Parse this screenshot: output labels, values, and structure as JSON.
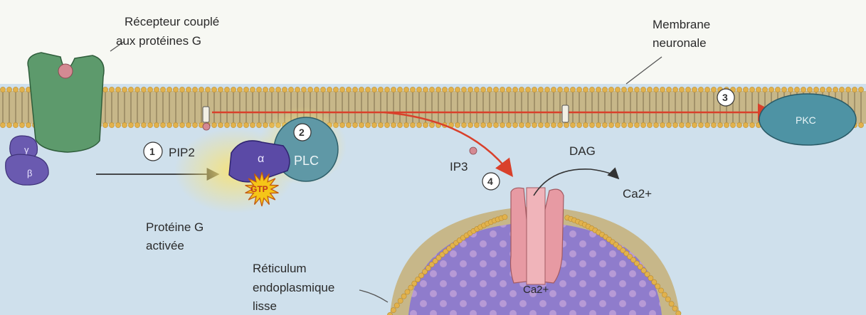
{
  "labels": {
    "receptor": [
      "Récepteur couplé",
      "aux protéines G"
    ],
    "membrane": [
      "Membrane",
      "neuronale"
    ],
    "pip2": "PIP2",
    "plc": "PLC",
    "alpha": "α",
    "gtp": "GTP",
    "gamma": "γ",
    "beta": "β",
    "dag": "DAG",
    "pkc": "PKC",
    "ip3": "IP3",
    "ca_out": "Ca2+",
    "ca_in": "Ca2+",
    "g_protein": [
      "Protéine G",
      "activée"
    ],
    "reticulum": [
      "Réticulum",
      "endoplasmique",
      "lisse"
    ]
  },
  "steps": [
    "1",
    "2",
    "3",
    "4"
  ],
  "colors": {
    "cytoplasm": "#c9dcea",
    "lipid_head": "#e2b24c",
    "receptor": "#5a9a6a",
    "plc": "#5f98a6",
    "gprotein": "#5b4aa6",
    "gtp": "#f5c518",
    "pkc": "#4e93a4",
    "channel": "#e79aa3",
    "er_lumen": "#8a76c4",
    "arrow": "#d9402b"
  }
}
